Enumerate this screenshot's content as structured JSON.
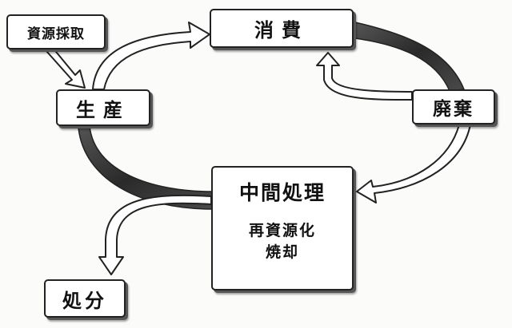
{
  "nodes": {
    "resource": "資源採取",
    "consume": "消費",
    "produce": "生産",
    "waste": "廃棄",
    "process": {
      "title": "中間処理",
      "items": [
        "再資源化",
        "焼却"
      ]
    },
    "dispose": "処分"
  },
  "colors": {
    "line": "#222222",
    "heavy_arrow": "#3a3a3a",
    "paper": "#fbfbfa"
  }
}
